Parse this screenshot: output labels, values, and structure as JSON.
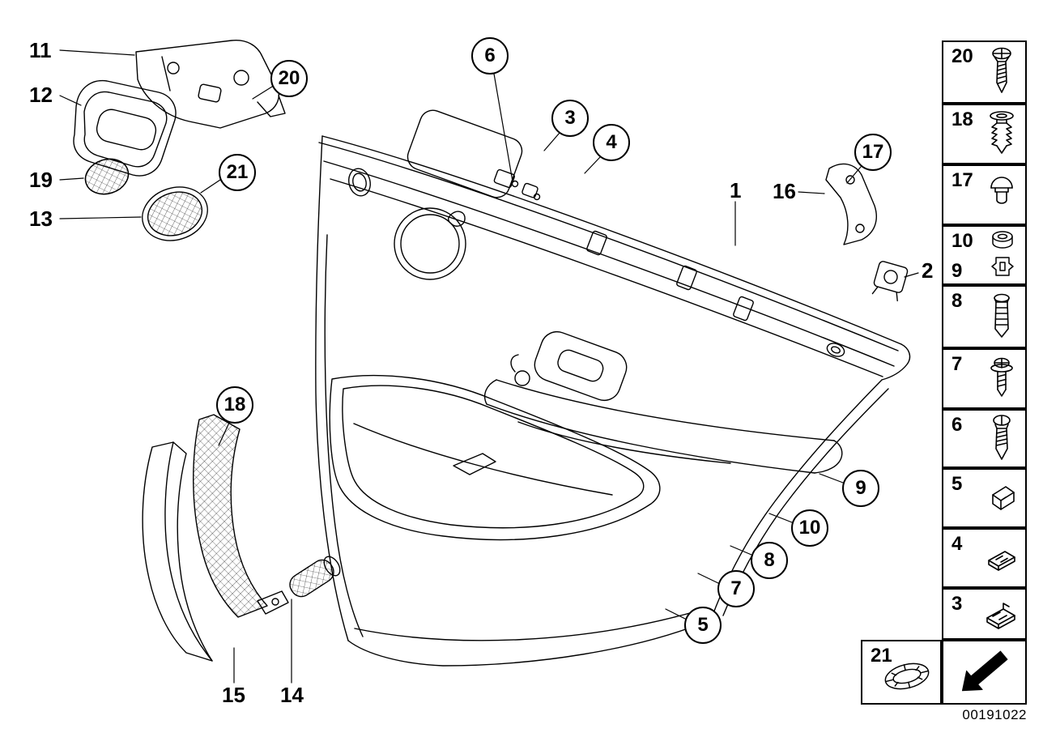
{
  "diagram": {
    "part_number": "00191022"
  },
  "colors": {
    "line": "#000000",
    "background": "#ffffff"
  },
  "callouts": {
    "plain": [
      {
        "id": "11",
        "label": "11"
      },
      {
        "id": "12",
        "label": "12"
      },
      {
        "id": "19",
        "label": "19"
      },
      {
        "id": "13",
        "label": "13"
      },
      {
        "id": "1",
        "label": "1"
      },
      {
        "id": "16",
        "label": "16"
      },
      {
        "id": "2",
        "label": "2"
      },
      {
        "id": "15",
        "label": "15"
      },
      {
        "id": "14",
        "label": "14"
      }
    ],
    "circled": [
      {
        "id": "20",
        "label": "20"
      },
      {
        "id": "21",
        "label": "21"
      },
      {
        "id": "6",
        "label": "6"
      },
      {
        "id": "3",
        "label": "3"
      },
      {
        "id": "4",
        "label": "4"
      },
      {
        "id": "17",
        "label": "17"
      },
      {
        "id": "18",
        "label": "18"
      },
      {
        "id": "9",
        "label": "9"
      },
      {
        "id": "10",
        "label": "10"
      },
      {
        "id": "8",
        "label": "8"
      },
      {
        "id": "7",
        "label": "7"
      },
      {
        "id": "5",
        "label": "5"
      }
    ]
  },
  "legend": {
    "rows": [
      {
        "label": "20",
        "icon": "tapping-screw-icon"
      },
      {
        "label": "18",
        "icon": "expansion-rivet-icon"
      },
      {
        "label": "17",
        "icon": "cap-plug-icon"
      },
      {
        "label": "10",
        "label2": "9",
        "icon": "grommet-icon",
        "icon2": "expanding-nut-icon"
      },
      {
        "label": "8",
        "icon": "expanding-rivet-icon"
      },
      {
        "label": "7",
        "icon": "washer-screw-icon"
      },
      {
        "label": "6",
        "icon": "self-tapping-screw-icon"
      },
      {
        "label": "5",
        "icon": "spring-clip-icon"
      },
      {
        "label": "4",
        "icon": "clamp-icon"
      },
      {
        "label": "3",
        "icon": "hook-clip-icon"
      }
    ],
    "grommet_box": {
      "label": "21",
      "icon": "oval-gasket-icon"
    },
    "arrow_box": {
      "icon": "direction-arrow-icon"
    }
  }
}
